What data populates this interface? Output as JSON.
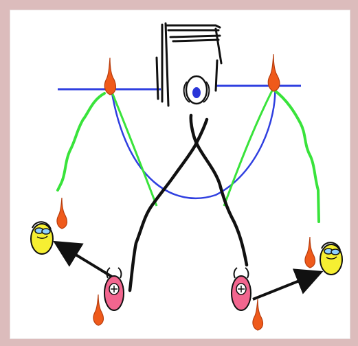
{
  "diagram": {
    "colors": {
      "frame": "#dcbcbc",
      "field_line": "#2f3fe0",
      "run_path": "#39e33b",
      "ball_path": "#111111",
      "cone": "#ef5a1b",
      "player_red": "#f2668f",
      "player_yellow": "#f6ef32",
      "keeper_ball": "#2a35d8"
    },
    "icons": {
      "cone": "cone-icon",
      "goal": "goal-icon",
      "goalkeeper": "goalkeeper-icon",
      "player": "player-icon"
    },
    "counts": {
      "cones": 6,
      "red_players": 2,
      "yellow_players": 2,
      "goalkeepers": 1
    }
  }
}
